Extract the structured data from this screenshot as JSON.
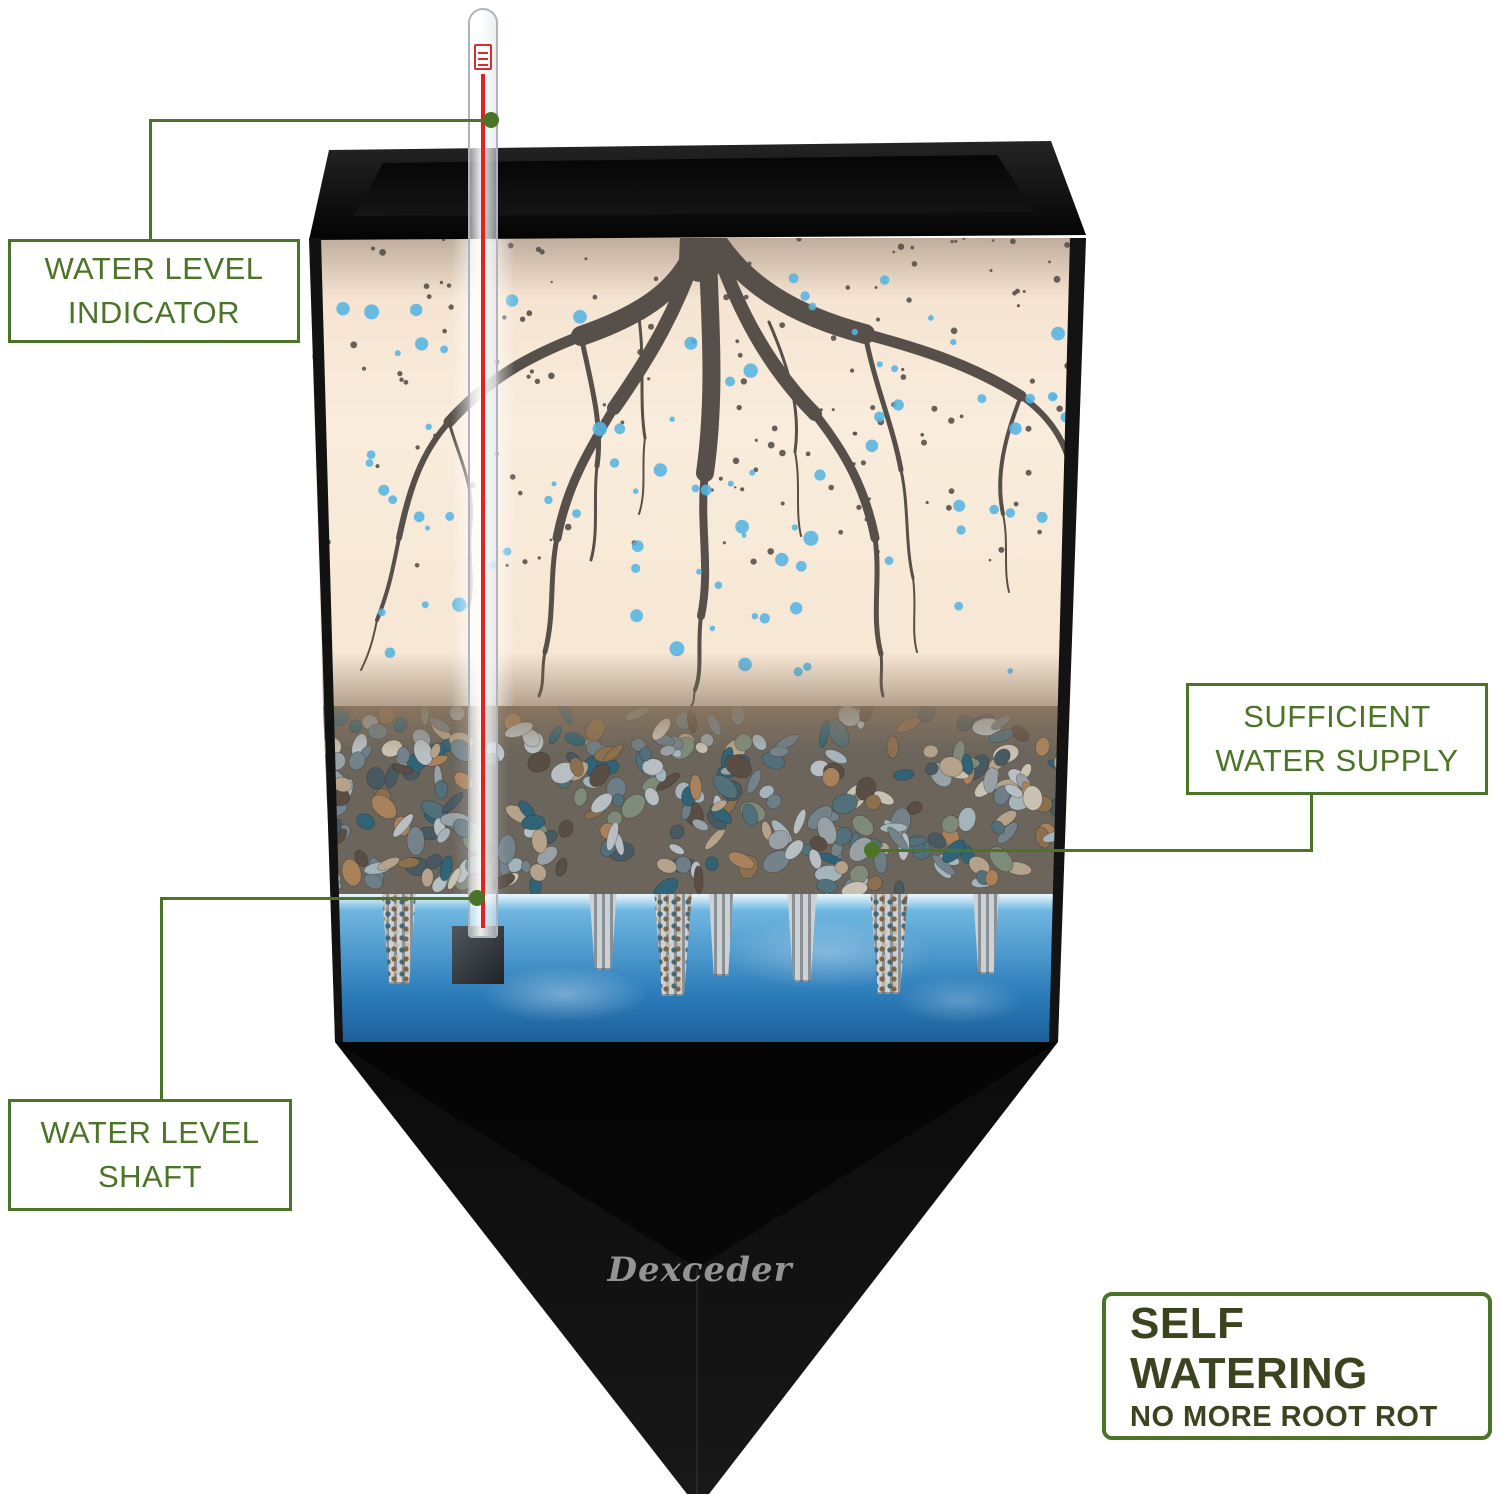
{
  "callouts": {
    "water_level_indicator": {
      "label": "WATER LEVEL INDICATOR"
    },
    "water_level_shaft": {
      "label": "WATER LEVEL SHAFT"
    },
    "sufficient_water_supply": {
      "label": "SUFFICIENT WATER SUPPLY"
    }
  },
  "badge": {
    "title": "SELF WATERING",
    "subtitle": "NO MORE ROOT ROT"
  },
  "brand": {
    "logo": "Dexceder"
  },
  "colors": {
    "accent_green": "#4c7427",
    "badge_text": "#3a441f",
    "water_blue": "#2a7ab8",
    "soil_cream": "#f8e8d6",
    "root_brown": "#57504a"
  }
}
